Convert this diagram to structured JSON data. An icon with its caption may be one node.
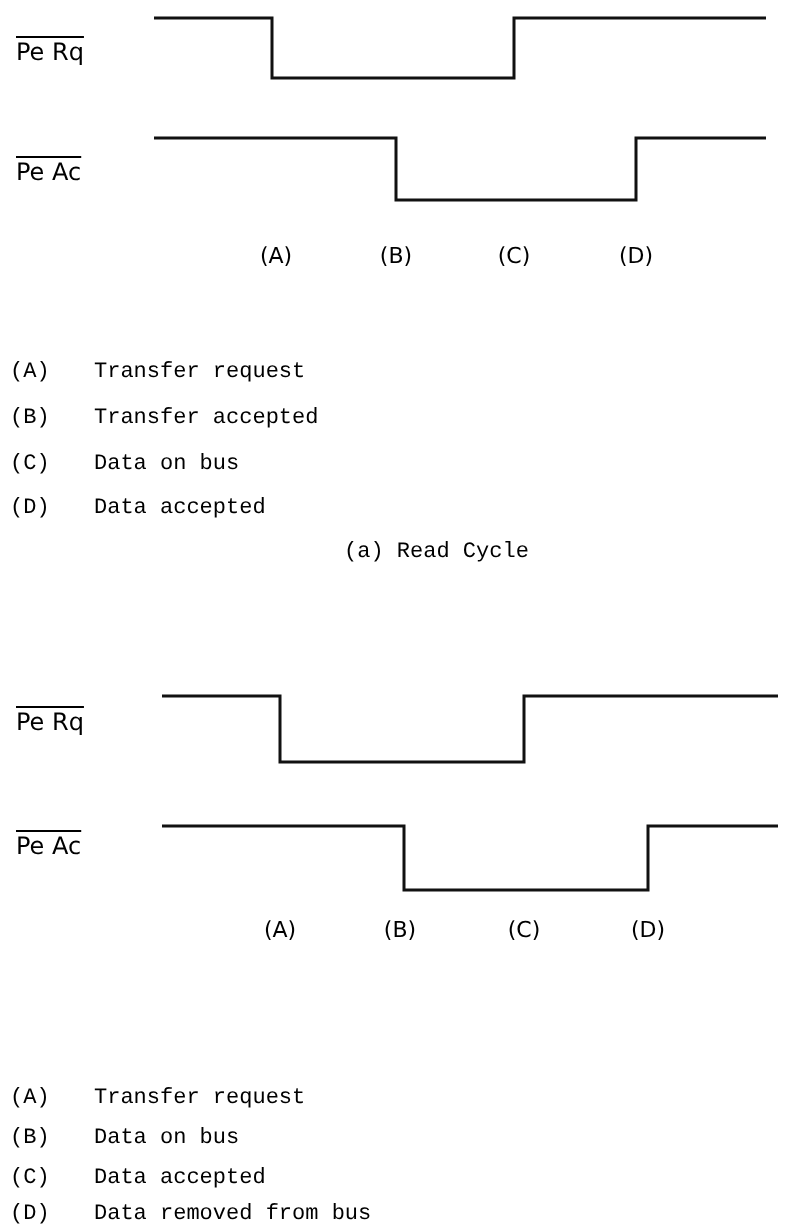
{
  "diagram": {
    "labels": [
      "Pe Rq",
      "Pe Ac",
      "(A)",
      "(B)",
      "(C)",
      "(D)",
      "(A)",
      "Transfer request",
      "(B)",
      "Transfer accepted",
      "(C)",
      "Data on bus",
      "(D)",
      "Data accepted",
      "(a) Read Cycle",
      "Pe Rq",
      "Pe Ac",
      "(A)",
      "(B)",
      "(C)",
      "(D)",
      "(A)",
      "Transfer request",
      "(B)",
      "Data on bus",
      "(C)",
      "Data accepted",
      "(D)",
      "Data removed from bus"
    ]
  }
}
